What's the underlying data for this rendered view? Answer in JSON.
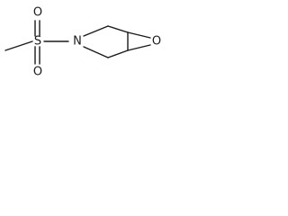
{
  "structure": {
    "atoms": {
      "sulfur": "S",
      "oxygen_top": "O",
      "oxygen_bottom": "O",
      "nitrogen": "N",
      "oxygen_epoxide": "O"
    },
    "colors": {
      "line": "#1a1a1a",
      "background": "#ffffff"
    }
  }
}
